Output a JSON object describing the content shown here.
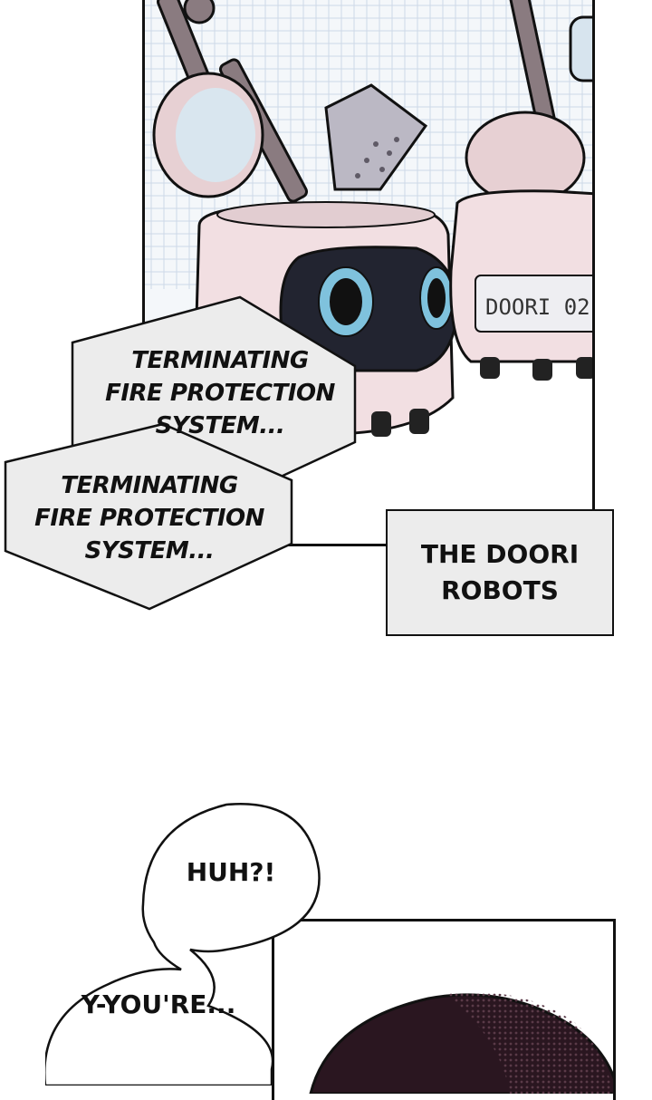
{
  "panels": {
    "top": {
      "robot_label": "DOORI 02"
    }
  },
  "balloons": {
    "system_1": {
      "lines": [
        "TERMINATING",
        "FIRE PROTECTION",
        "SYSTEM..."
      ]
    },
    "system_2": {
      "lines": [
        "TERMINATING",
        "FIRE PROTECTION",
        "SYSTEM..."
      ]
    }
  },
  "caption": {
    "lines": [
      "THE DOORI",
      "ROBOTS"
    ]
  },
  "bubbles": {
    "huh": "HUH?!",
    "youre": "Y-YOU'RE..."
  },
  "colors": {
    "ink": "#111111",
    "robot_body": "#f2dfe2",
    "robot_eye_ring": "#7fc2dd",
    "robot_face": "#222430",
    "background_sky": "#dbe6f1",
    "caption_bg": "#ececec",
    "hair": "#2a1620"
  }
}
